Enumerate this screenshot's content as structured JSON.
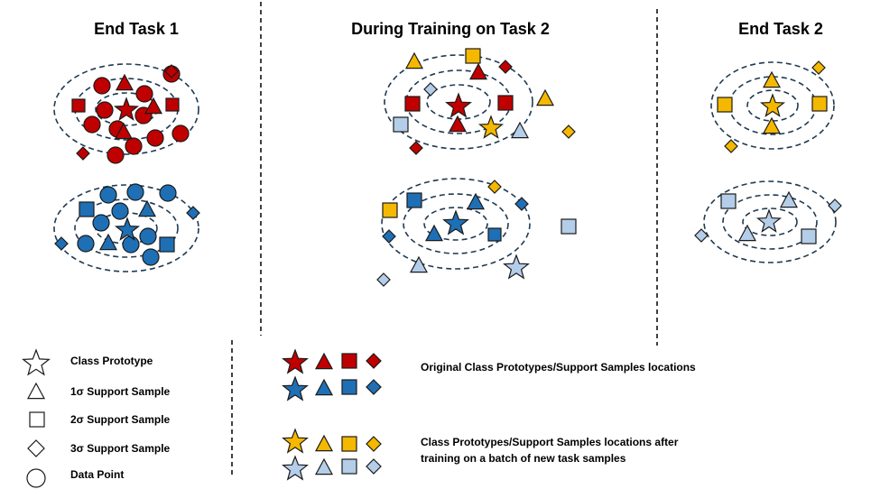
{
  "panels": {
    "task1": {
      "title": "End Task 1"
    },
    "training": {
      "title": "During Training on Task 2"
    },
    "task2": {
      "title": "End Task 2"
    }
  },
  "legend": {
    "prototype": "Class Prototype",
    "support1": "1σ Support Sample",
    "support2": "2σ Support Sample",
    "support3": "3σ Support Sample",
    "datapoint": "Data Point"
  },
  "captions": {
    "original": "Original Class Prototypes/Support Samples locations",
    "after_line1": "Class  Prototypes/Support  Samples  locations  after",
    "after_line2": "training on a batch of new task samples"
  },
  "colors": {
    "red": "#c00000",
    "blue": "#1f6fb5",
    "yellow": "#f5b800",
    "lightblue": "#b4cde9",
    "ring": "#1e3a52"
  },
  "icons": [
    "star-icon",
    "triangle-icon",
    "square-icon",
    "diamond-icon",
    "circle-icon"
  ]
}
